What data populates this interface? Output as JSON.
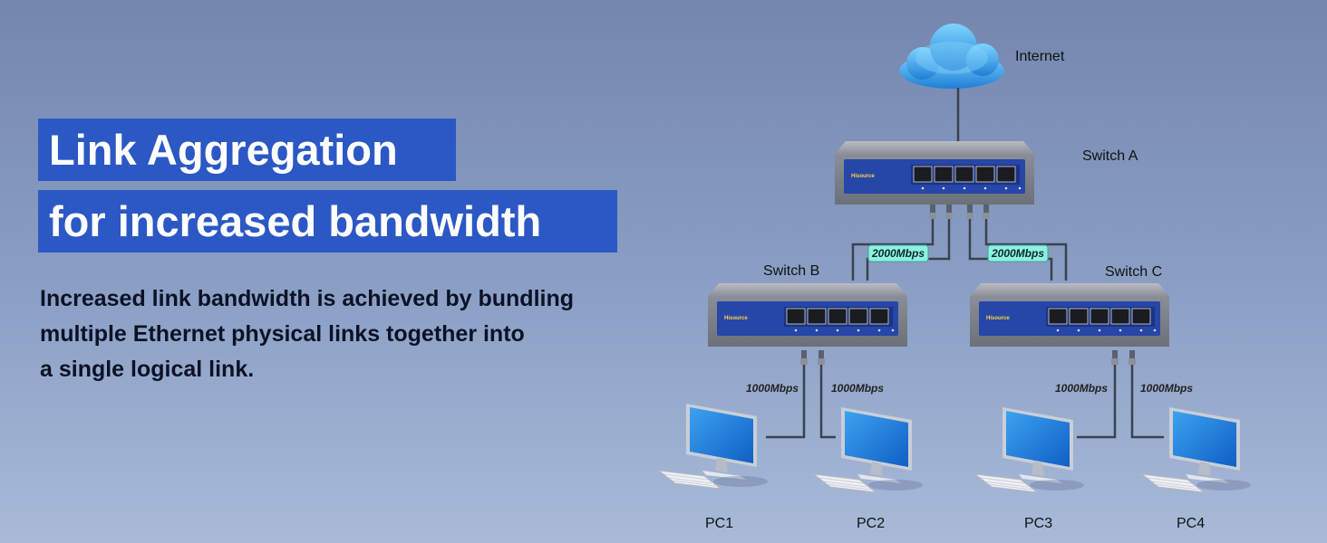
{
  "headline": {
    "line1": "Link Aggregation",
    "line2": "for increased bandwidth"
  },
  "description": {
    "lines": [
      "Increased link bandwidth is achieved by bundling",
      "multiple Ethernet physical links together into",
      "a single logical link."
    ]
  },
  "diagram": {
    "internet_label": "Internet",
    "switches": [
      {
        "label": "Switch A",
        "brand": "Hisource"
      },
      {
        "label": "Switch B",
        "brand": "Hisource"
      },
      {
        "label": "Switch C",
        "brand": "Hisource"
      }
    ],
    "aggregated_links": [
      "2000Mbps",
      "2000Mbps"
    ],
    "pc_links": [
      "1000Mbps",
      "1000Mbps",
      "1000Mbps",
      "1000Mbps"
    ],
    "pcs": [
      "PC1",
      "PC2",
      "PC3",
      "PC4"
    ]
  },
  "colors": {
    "title_bg": "#2b58c4",
    "badge_bg": "#8ff0e2",
    "switch_panel": "#2646a8"
  }
}
